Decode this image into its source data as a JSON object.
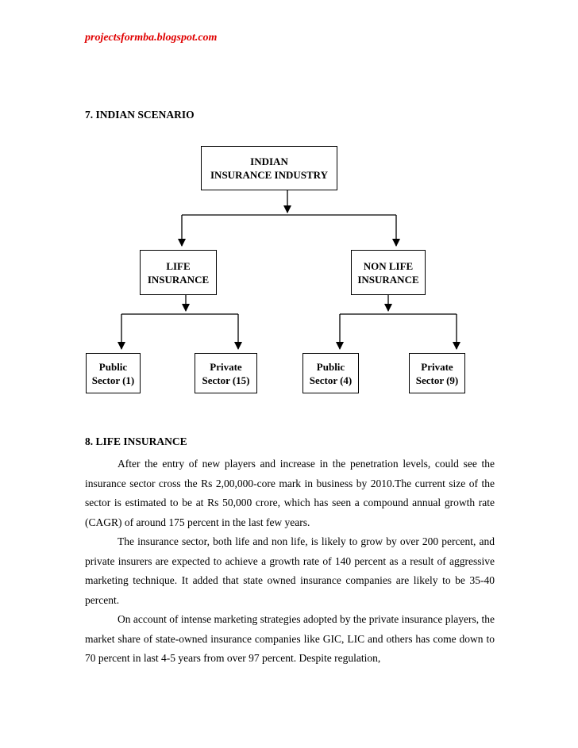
{
  "header": {
    "site": "projectsformba.blogspot.com"
  },
  "section7": {
    "title": "7. INDIAN SCENARIO",
    "diagram": {
      "root": {
        "line1": "INDIAN",
        "line2": "INSURANCE INDUSTRY"
      },
      "life": {
        "line1": "LIFE",
        "line2": "INSURANCE"
      },
      "nonlife": {
        "line1": "NON LIFE",
        "line2": "INSURANCE"
      },
      "life_public": {
        "line1": "Public",
        "line2": "Sector (1)"
      },
      "life_private": {
        "line1": "Private",
        "line2": "Sector (15)"
      },
      "nonlife_public": {
        "line1": "Public",
        "line2": "Sector (4)"
      },
      "nonlife_private": {
        "line1": "Private",
        "line2": "Sector (9)"
      }
    }
  },
  "section8": {
    "title": "8. LIFE INSURANCE",
    "paragraphs": [
      "After the entry of new players and increase in the penetration levels, could see the insurance sector cross the Rs 2,00,000-core mark in business by 2010.The current size of the sector is estimated to be at Rs 50,000 crore, which has seen a compound annual growth rate (CAGR) of around 175 percent in the last few years.",
      "The insurance sector, both life and non life, is likely to grow by over 200 percent, and private insurers are expected to achieve a growth rate of 140 percent as a result of aggressive marketing technique. It added that state owned insurance companies are likely to be 35-40 percent.",
      "On account of intense marketing strategies adopted by the private insurance players, the market share of state-owned insurance companies like GIC, LIC and others has come down to 70 percent in last 4-5 years from over 97 percent. Despite regulation,"
    ]
  }
}
